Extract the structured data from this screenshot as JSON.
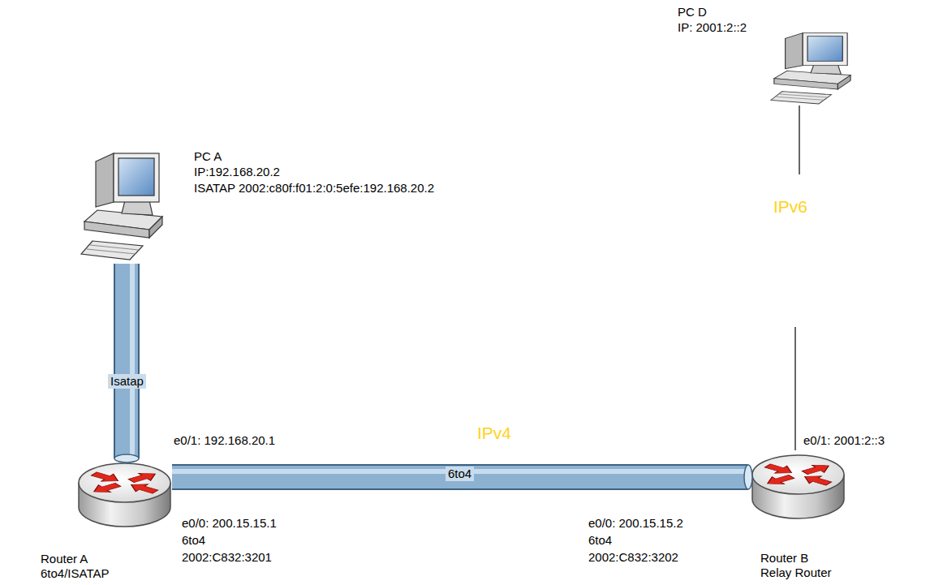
{
  "diagram": {
    "nodes": [
      {
        "text": [
          "PC D",
          "IP: 2001:2::2"
        ]
      },
      {
        "text": [
          "IPv6"
        ]
      },
      {
        "text": [
          "PC A",
          "IP:192.168.20.2",
          "ISATAP 2002:c80f:f01:2:0:5efe:192.168.20.2"
        ]
      },
      {
        "text": [
          "Router A",
          "6to4/ISATAP"
        ]
      },
      {
        "text": [
          "IPv4"
        ]
      },
      {
        "text": [
          "Router B",
          "Relay Router"
        ]
      }
    ],
    "edges": [
      {
        "from": 0,
        "to": 1,
        "arrow": "none"
      },
      {
        "from": 1,
        "to": 5,
        "arrow": "none"
      },
      {
        "from": 2,
        "to": 3,
        "label": "Isatap",
        "arrow": "none"
      },
      {
        "from": 3,
        "to": 5,
        "label": "6to4",
        "arrow": "none"
      }
    ],
    "labels": [
      "e0/1: 192.168.20.1",
      "e0/0: 200.15.15.1",
      "6to4",
      "2002:C832:3201",
      "e0/1: 2001:2::3",
      "e0/0: 200.15.15.2",
      "6to4",
      "2002:C832:3202"
    ]
  }
}
